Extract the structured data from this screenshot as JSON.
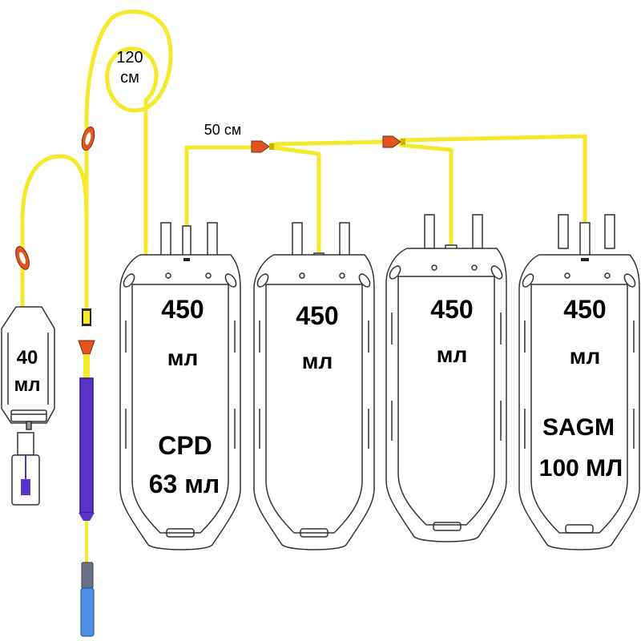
{
  "colors": {
    "tubing": "#f4ea2a",
    "tubing_outline": "#c9b400",
    "clamp": "#e3541e",
    "filter": "#5b33c9",
    "needle_cover": "#4f8fe0",
    "bag_outline": "#333333",
    "background": "#ffffff"
  },
  "labels": {
    "tube_long": {
      "length": "120",
      "unit": "см"
    },
    "tube_short": "50 см",
    "sample_bag": {
      "volume": "40",
      "unit": "мл"
    },
    "bag1": {
      "volume": "450",
      "unit": "мл",
      "solution": "CPD",
      "solution_volume": "63 мл"
    },
    "bag2": {
      "volume": "450",
      "unit": "мл"
    },
    "bag3": {
      "volume": "450",
      "unit": "мл"
    },
    "bag4": {
      "volume": "450",
      "unit": "мл",
      "solution": "SAGM",
      "solution_volume": "100 МЛ"
    }
  },
  "icons": {
    "clamp": "roller-clamp-icon",
    "connector": "y-connector-icon",
    "needle": "needle-icon",
    "filter": "leukocyte-filter-icon"
  }
}
